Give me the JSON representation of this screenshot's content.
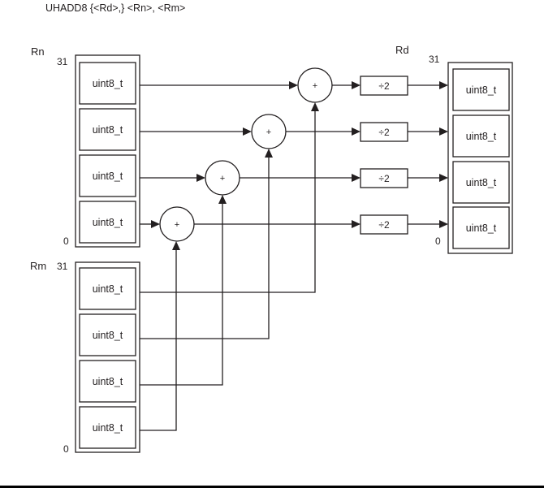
{
  "title": "UHADD8  {<Rd>,} <Rn>, <Rm>",
  "registers": {
    "rn": {
      "label": "Rn",
      "msb": "31",
      "lsb": "0",
      "cells": [
        "uint8_t",
        "uint8_t",
        "uint8_t",
        "uint8_t"
      ]
    },
    "rm": {
      "label": "Rm",
      "msb": "31",
      "lsb": "0",
      "cells": [
        "uint8_t",
        "uint8_t",
        "uint8_t",
        "uint8_t"
      ]
    },
    "rd": {
      "label": "Rd",
      "msb": "31",
      "lsb": "0",
      "cells": [
        "uint8_t",
        "uint8_t",
        "uint8_t",
        "uint8_t"
      ]
    }
  },
  "operations": {
    "adders": [
      "+",
      "+",
      "+",
      "+"
    ],
    "halvers": [
      "÷2",
      "÷2",
      "÷2",
      "÷2"
    ]
  },
  "colors": {
    "line": "#231f20",
    "background": "#ffffff"
  }
}
